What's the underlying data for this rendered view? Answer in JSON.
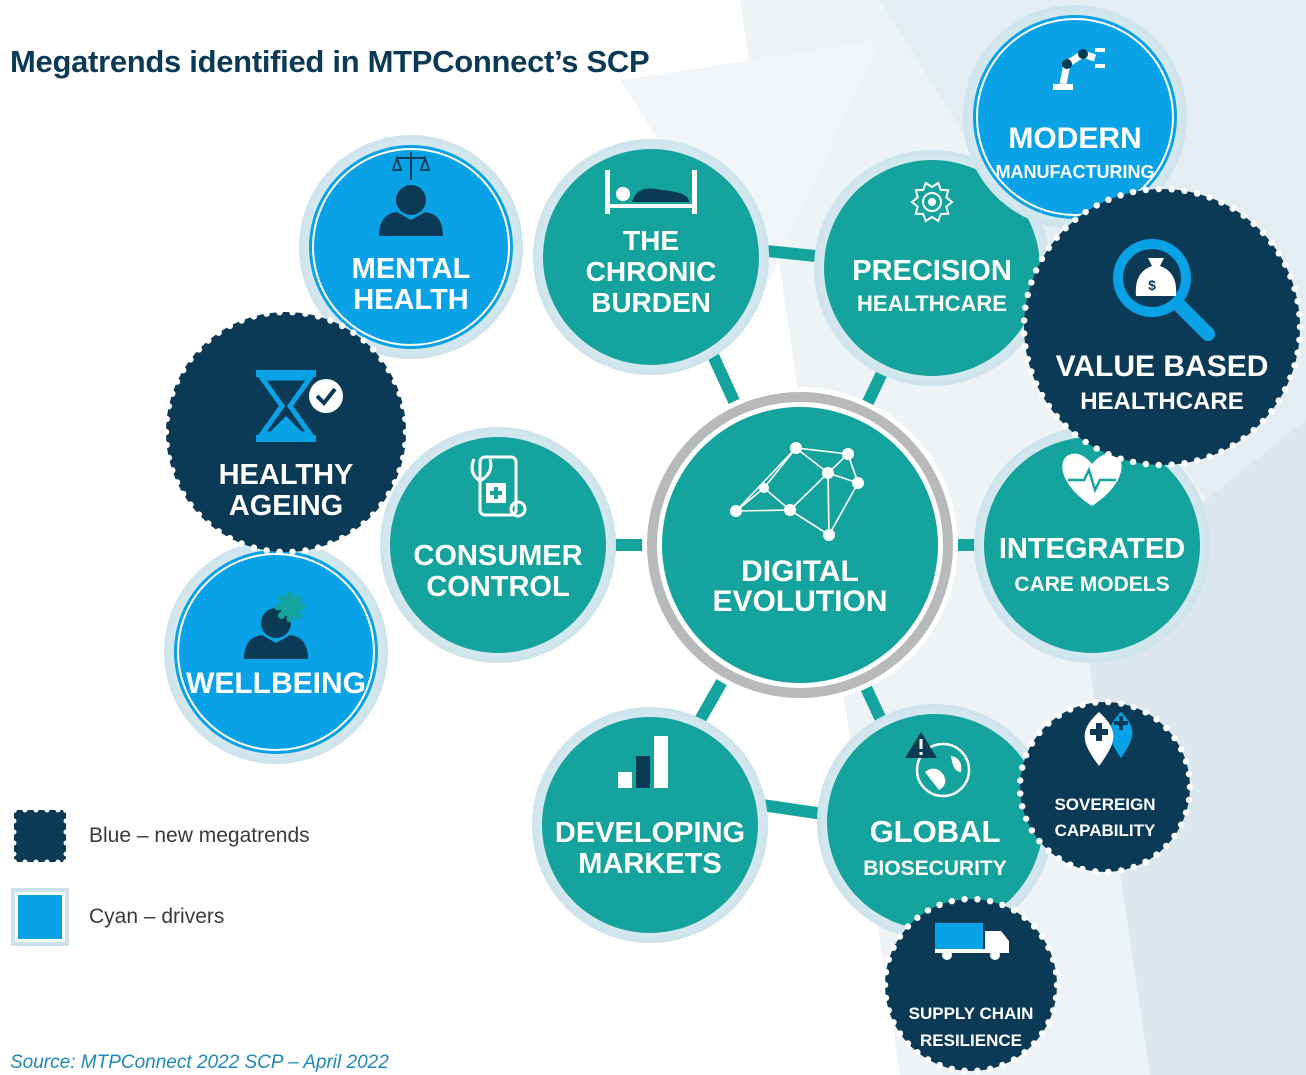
{
  "title": "Megatrends identified in MTPConnect’s SCP",
  "center": {
    "line1": "DIGITAL",
    "line2": "EVOLUTION",
    "icon": "network-icon"
  },
  "nodes": [
    {
      "id": "chronic",
      "lines": [
        "THE",
        "CHRONIC",
        "BURDEN"
      ],
      "kind": "megatrend",
      "icon": "bed-icon"
    },
    {
      "id": "precision",
      "lines": [
        "PRECISION",
        "HEALTHCARE"
      ],
      "kind": "megatrend",
      "icon": "gear-icon"
    },
    {
      "id": "integrated",
      "lines": [
        "INTEGRATED",
        "CARE MODELS"
      ],
      "kind": "megatrend",
      "icon": "heartbeat-icon"
    },
    {
      "id": "global",
      "lines": [
        "GLOBAL",
        "BIOSECURITY"
      ],
      "kind": "megatrend",
      "icon": "globe-warning-icon"
    },
    {
      "id": "developing",
      "lines": [
        "DEVELOPING",
        "MARKETS"
      ],
      "kind": "megatrend",
      "icon": "bar-chart-icon"
    },
    {
      "id": "consumer",
      "lines": [
        "CONSUMER",
        "CONTROL"
      ],
      "kind": "megatrend",
      "icon": "phone-medical-icon"
    },
    {
      "id": "mental",
      "lines": [
        "MENTAL",
        "HEALTH"
      ],
      "kind": "driver",
      "icon": "person-scales-icon"
    },
    {
      "id": "wellbeing",
      "lines": [
        "WELLBEING"
      ],
      "kind": "driver",
      "icon": "person-gear-icon"
    },
    {
      "id": "modern",
      "lines": [
        "MODERN",
        "MANUFACTURING"
      ],
      "kind": "driver",
      "icon": "robot-arm-icon"
    },
    {
      "id": "ageing",
      "lines": [
        "HEALTHY",
        "AGEING"
      ],
      "kind": "new",
      "icon": "hourglass-check-icon"
    },
    {
      "id": "value",
      "lines": [
        "VALUE BASED",
        "HEALTHCARE"
      ],
      "kind": "new",
      "icon": "money-search-icon"
    },
    {
      "id": "sovereign",
      "lines": [
        "SOVEREIGN",
        "CAPABILITY"
      ],
      "kind": "new",
      "icon": "map-pin-plus-icon"
    },
    {
      "id": "supply",
      "lines": [
        "SUPPLY CHAIN",
        "RESILIENCE"
      ],
      "kind": "new",
      "icon": "truck-icon"
    }
  ],
  "legend": [
    {
      "label": "Blue – new megatrends",
      "color": "#0b3a57"
    },
    {
      "label": "Cyan – drivers",
      "color": "#0aa2e6"
    }
  ],
  "colors": {
    "teal": "#14a39d",
    "cyan": "#0aa2e6",
    "navy": "#0b3a57",
    "title": "#0b3a57",
    "source": "#1e88b8"
  },
  "source": "Source: MTPConnect 2022 SCP – April 2022"
}
